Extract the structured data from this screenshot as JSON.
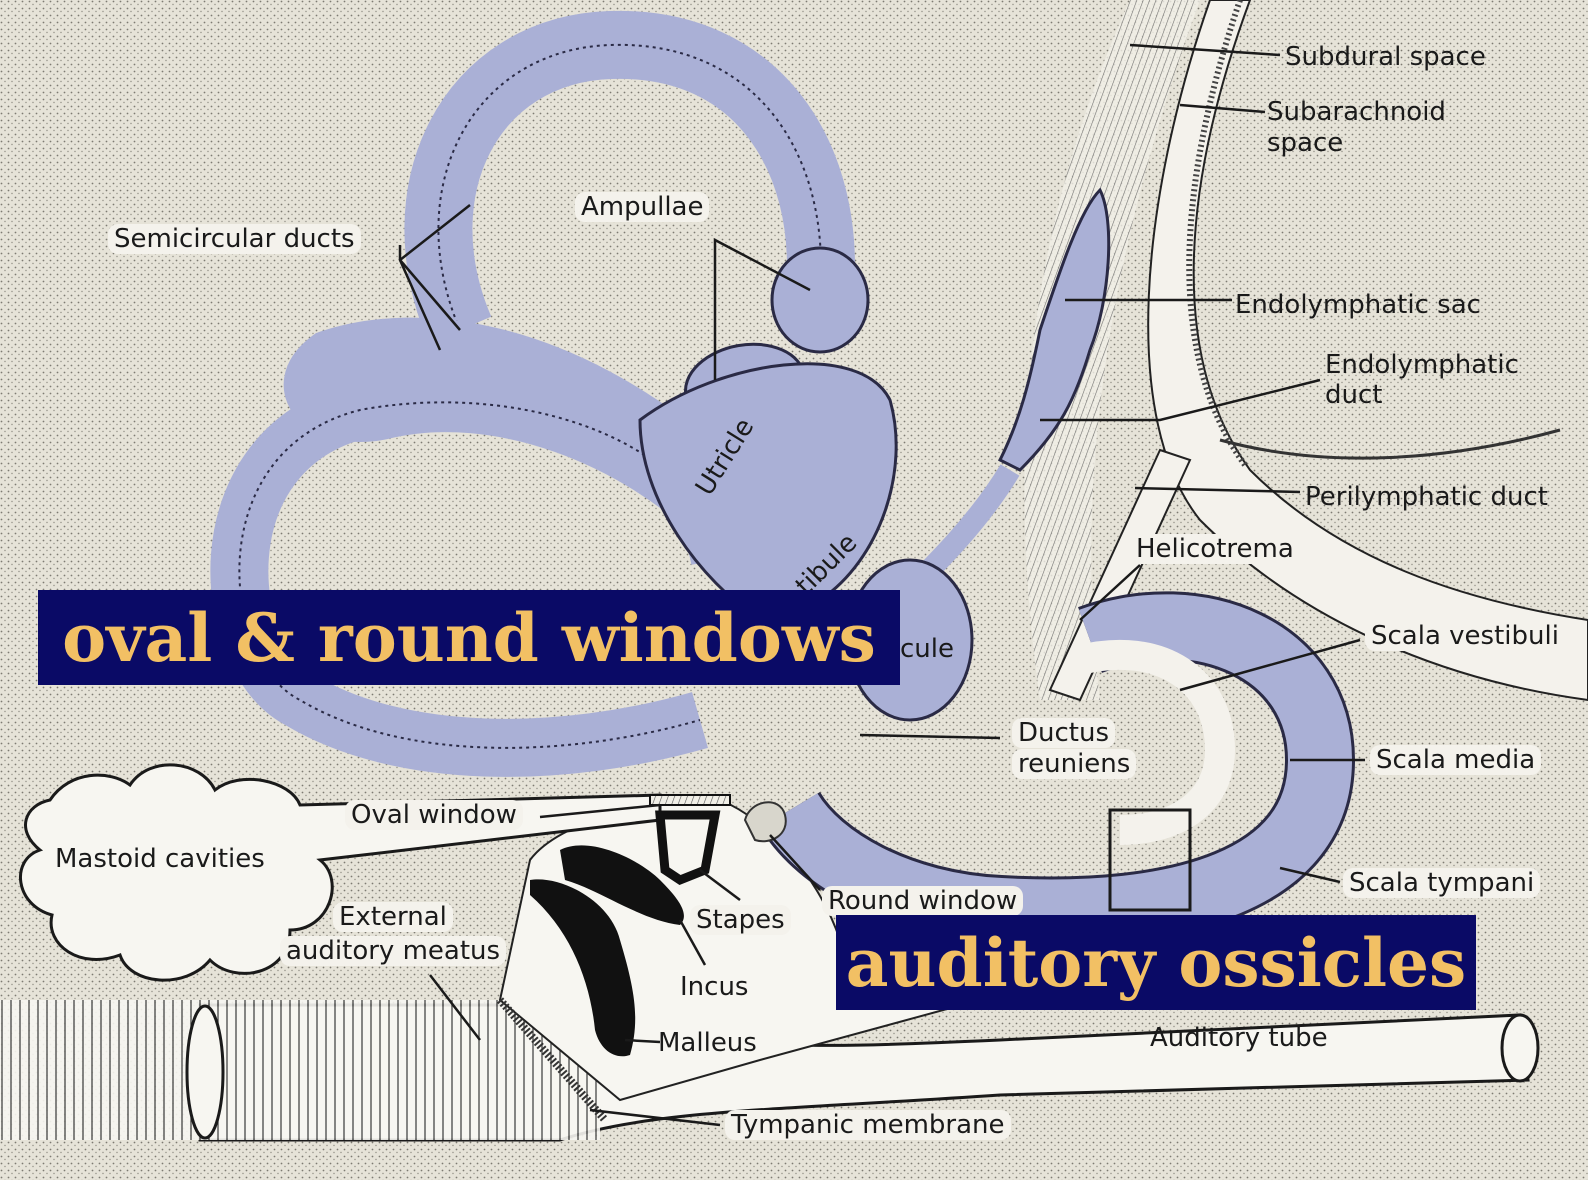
{
  "banners": {
    "oval_round": "oval & round windows",
    "ossicles": "auditory ossicles"
  },
  "labels": {
    "subdural_space": "Subdural space",
    "subarachnoid_space_1": "Subarachnoid",
    "subarachnoid_space_2": "space",
    "ampullae": "Ampullae",
    "semicircular_ducts": "Semicircular  ducts",
    "endolymphatic_sac": "Endolymphatic sac",
    "endolymphatic_duct_1": "Endolymphatic",
    "endolymphatic_duct_2": "duct",
    "perilymphatic_duct": "Perilymphatic duct",
    "utricle": "Utricle",
    "vestibule_fragment": "tibule",
    "saccule_fragment": "cule",
    "helicotrema": "Helicotrema",
    "scala_vestibuli": "Scala vestibuli",
    "scala_media": "Scala media",
    "scala_tympani": "Scala tympani",
    "ductus_reuniens_1": "Ductus",
    "ductus_reuniens_2": "reuniens",
    "oval_window": "Oval window",
    "round_window": "Round window",
    "mastoid_cavities": "Mastoid cavities",
    "external_meatus_1": "External",
    "external_meatus_2": "auditory meatus",
    "stapes": "Stapes",
    "incus": "Incus",
    "malleus": "Malleus",
    "auditory_tube": "Auditory tube",
    "tympanic_membrane": "Tympanic membrane"
  },
  "colors": {
    "background": "#e6e3d8",
    "labyrinth": "#aab0d6",
    "labyrinth_outline": "#2a2a45",
    "banner_bg": "#0a0a66",
    "banner_text": "#f2c064"
  }
}
